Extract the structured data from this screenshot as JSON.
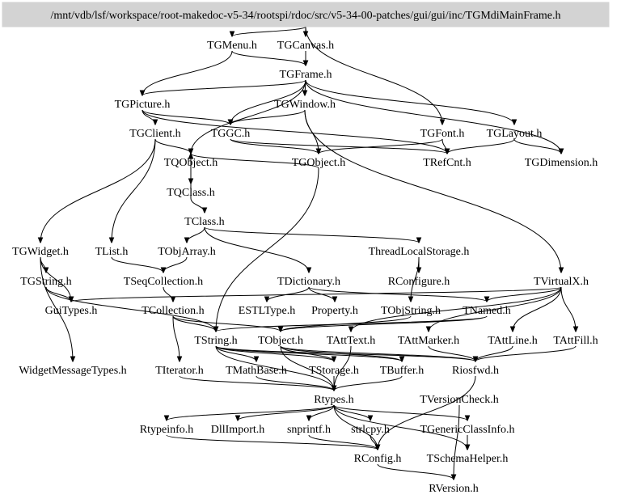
{
  "graph": {
    "type": "include-dependency-graph",
    "root": "/mnt/vdb/lsf/workspace/root-makedoc-v5-34/rootspi/rdoc/src/v5-34-00-patches/gui/gui/inc/TGMdiMainFrame.h",
    "nodes": [
      {
        "id": "TGMenu",
        "label": "TGMenu.h"
      },
      {
        "id": "TGCanvas",
        "label": "TGCanvas.h"
      },
      {
        "id": "TGFrame",
        "label": "TGFrame.h"
      },
      {
        "id": "TGPicture",
        "label": "TGPicture.h"
      },
      {
        "id": "TGWindow",
        "label": "TGWindow.h"
      },
      {
        "id": "TGClient",
        "label": "TGClient.h"
      },
      {
        "id": "TGGC",
        "label": "TGGC.h"
      },
      {
        "id": "TGFont",
        "label": "TGFont.h"
      },
      {
        "id": "TGLayout",
        "label": "TGLayout.h"
      },
      {
        "id": "TQObject",
        "label": "TQObject.h"
      },
      {
        "id": "TGObject",
        "label": "TGObject.h"
      },
      {
        "id": "TRefCnt",
        "label": "TRefCnt.h"
      },
      {
        "id": "TGDimension",
        "label": "TGDimension.h"
      },
      {
        "id": "TQClass",
        "label": "TQClass.h"
      },
      {
        "id": "TClass",
        "label": "TClass.h"
      },
      {
        "id": "TGWidget",
        "label": "TGWidget.h"
      },
      {
        "id": "TList",
        "label": "TList.h"
      },
      {
        "id": "TObjArray",
        "label": "TObjArray.h"
      },
      {
        "id": "ThreadLocalStorage",
        "label": "ThreadLocalStorage.h"
      },
      {
        "id": "TGString",
        "label": "TGString.h"
      },
      {
        "id": "TSeqCollection",
        "label": "TSeqCollection.h"
      },
      {
        "id": "TDictionary",
        "label": "TDictionary.h"
      },
      {
        "id": "RConfigure",
        "label": "RConfigure.h"
      },
      {
        "id": "TVirtualX",
        "label": "TVirtualX.h"
      },
      {
        "id": "GuiTypes",
        "label": "GuiTypes.h"
      },
      {
        "id": "TCollection",
        "label": "TCollection.h"
      },
      {
        "id": "ESTLType",
        "label": "ESTLType.h"
      },
      {
        "id": "Property",
        "label": "Property.h"
      },
      {
        "id": "TObjString",
        "label": "TObjString.h"
      },
      {
        "id": "TNamed",
        "label": "TNamed.h"
      },
      {
        "id": "TString",
        "label": "TString.h"
      },
      {
        "id": "TObject",
        "label": "TObject.h"
      },
      {
        "id": "TAttText",
        "label": "TAttText.h"
      },
      {
        "id": "TAttMarker",
        "label": "TAttMarker.h"
      },
      {
        "id": "TAttLine",
        "label": "TAttLine.h"
      },
      {
        "id": "TAttFill",
        "label": "TAttFill.h"
      },
      {
        "id": "WidgetMessageTypes",
        "label": "WidgetMessageTypes.h"
      },
      {
        "id": "TIterator",
        "label": "TIterator.h"
      },
      {
        "id": "TMathBase",
        "label": "TMathBase.h"
      },
      {
        "id": "TStorage",
        "label": "TStorage.h"
      },
      {
        "id": "TBuffer",
        "label": "TBuffer.h"
      },
      {
        "id": "Riosfwd",
        "label": "Riosfwd.h"
      },
      {
        "id": "Rtypes",
        "label": "Rtypes.h"
      },
      {
        "id": "TVersionCheck",
        "label": "TVersionCheck.h"
      },
      {
        "id": "Rtypeinfo",
        "label": "Rtypeinfo.h"
      },
      {
        "id": "DllImport",
        "label": "DllImport.h"
      },
      {
        "id": "snprintf",
        "label": "snprintf.h"
      },
      {
        "id": "strlcpy",
        "label": "strlcpy.h"
      },
      {
        "id": "TGenericClassInfo",
        "label": "TGenericClassInfo.h"
      },
      {
        "id": "RConfig",
        "label": "RConfig.h"
      },
      {
        "id": "TSchemaHelper",
        "label": "TSchemaHelper.h"
      },
      {
        "id": "RVersion",
        "label": "RVersion.h"
      }
    ],
    "edges": [
      [
        "ROOT",
        "TGMenu"
      ],
      [
        "ROOT",
        "TGCanvas"
      ],
      [
        "ROOT",
        "TGFont"
      ],
      [
        "TGMenu",
        "TGFrame"
      ],
      [
        "TGMenu",
        "TGPicture"
      ],
      [
        "TGCanvas",
        "TGFrame"
      ],
      [
        "TGFrame",
        "TGWindow"
      ],
      [
        "TGFrame",
        "TGPicture"
      ],
      [
        "TGFrame",
        "TGDimension"
      ],
      [
        "TGFrame",
        "TGLayout"
      ],
      [
        "TGFrame",
        "TGGC"
      ],
      [
        "TGFrame",
        "TQObject"
      ],
      [
        "TGPicture",
        "TGClient"
      ],
      [
        "TGPicture",
        "TGGC"
      ],
      [
        "TGPicture",
        "TRefCnt"
      ],
      [
        "TGWindow",
        "TGGC"
      ],
      [
        "TGWindow",
        "TGObject"
      ],
      [
        "TGWindow",
        "TVirtualX"
      ],
      [
        "TGGC",
        "TGObject"
      ],
      [
        "TGGC",
        "TRefCnt"
      ],
      [
        "TGClient",
        "TQObject"
      ],
      [
        "TGClient",
        "TList"
      ],
      [
        "TGClient",
        "TGWidget"
      ],
      [
        "TGFont",
        "TRefCnt"
      ],
      [
        "TGFont",
        "TGObject"
      ],
      [
        "TGLayout",
        "TGDimension"
      ],
      [
        "TGLayout",
        "TRefCnt"
      ],
      [
        "TQObject",
        "TQClass"
      ],
      [
        "TQClass",
        "TQObject"
      ],
      [
        "TQClass",
        "TClass"
      ],
      [
        "TGObject",
        "TQObject"
      ],
      [
        "TGObject",
        "TString"
      ],
      [
        "TClass",
        "TObjArray"
      ],
      [
        "TClass",
        "ThreadLocalStorage"
      ],
      [
        "TClass",
        "TDictionary"
      ],
      [
        "TGWidget",
        "TGString"
      ],
      [
        "TGWidget",
        "GuiTypes"
      ],
      [
        "TGWidget",
        "WidgetMessageTypes"
      ],
      [
        "TList",
        "TSeqCollection"
      ],
      [
        "TObjArray",
        "TSeqCollection"
      ],
      [
        "ThreadLocalStorage",
        "RConfigure"
      ],
      [
        "ThreadLocalStorage",
        "TObjString"
      ],
      [
        "TGString",
        "GuiTypes"
      ],
      [
        "TGString",
        "TString"
      ],
      [
        "TSeqCollection",
        "TCollection"
      ],
      [
        "TDictionary",
        "ESTLType"
      ],
      [
        "TDictionary",
        "TNamed"
      ],
      [
        "TDictionary",
        "Property"
      ],
      [
        "TVirtualX",
        "TNamed"
      ],
      [
        "TVirtualX",
        "GuiTypes"
      ],
      [
        "TVirtualX",
        "TAttFill"
      ],
      [
        "TVirtualX",
        "TAttLine"
      ],
      [
        "TVirtualX",
        "TAttText"
      ],
      [
        "TVirtualX",
        "TAttMarker"
      ],
      [
        "TCollection",
        "TString"
      ],
      [
        "TCollection",
        "TIterator"
      ],
      [
        "TCollection",
        "TObject"
      ],
      [
        "TObjString",
        "TObject"
      ],
      [
        "TNamed",
        "TObject"
      ],
      [
        "TNamed",
        "TString"
      ],
      [
        "TString",
        "TMathBase"
      ],
      [
        "TString",
        "Rtypes"
      ],
      [
        "TString",
        "TStorage"
      ],
      [
        "TString",
        "TBuffer"
      ],
      [
        "TString",
        "Riosfwd"
      ],
      [
        "TObject",
        "Rtypes"
      ],
      [
        "TObject",
        "Riosfwd"
      ],
      [
        "TObject",
        "TStorage"
      ],
      [
        "TObject",
        "TBuffer"
      ],
      [
        "TAttText",
        "Rtypes"
      ],
      [
        "TAttMarker",
        "Riosfwd"
      ],
      [
        "TAttLine",
        "Riosfwd"
      ],
      [
        "TAttFill",
        "Riosfwd"
      ],
      [
        "TIterator",
        "Rtypes"
      ],
      [
        "TMathBase",
        "Rtypes"
      ],
      [
        "TStorage",
        "Rtypes"
      ],
      [
        "TBuffer",
        "Rtypes"
      ],
      [
        "Riosfwd",
        "RConfig"
      ],
      [
        "TVersionCheck",
        "RVersion"
      ],
      [
        "Rtypes",
        "Rtypeinfo"
      ],
      [
        "Rtypes",
        "DllImport"
      ],
      [
        "Rtypes",
        "snprintf"
      ],
      [
        "Rtypes",
        "strlcpy"
      ],
      [
        "Rtypes",
        "TGenericClassInfo"
      ],
      [
        "Rtypes",
        "RConfig"
      ],
      [
        "Rtypes",
        "TSchemaHelper"
      ],
      [
        "Rtypeinfo",
        "RConfig"
      ],
      [
        "snprintf",
        "RConfig"
      ],
      [
        "strlcpy",
        "RConfig"
      ],
      [
        "TGenericClassInfo",
        "TSchemaHelper"
      ],
      [
        "RConfig",
        "RVersion"
      ]
    ]
  }
}
